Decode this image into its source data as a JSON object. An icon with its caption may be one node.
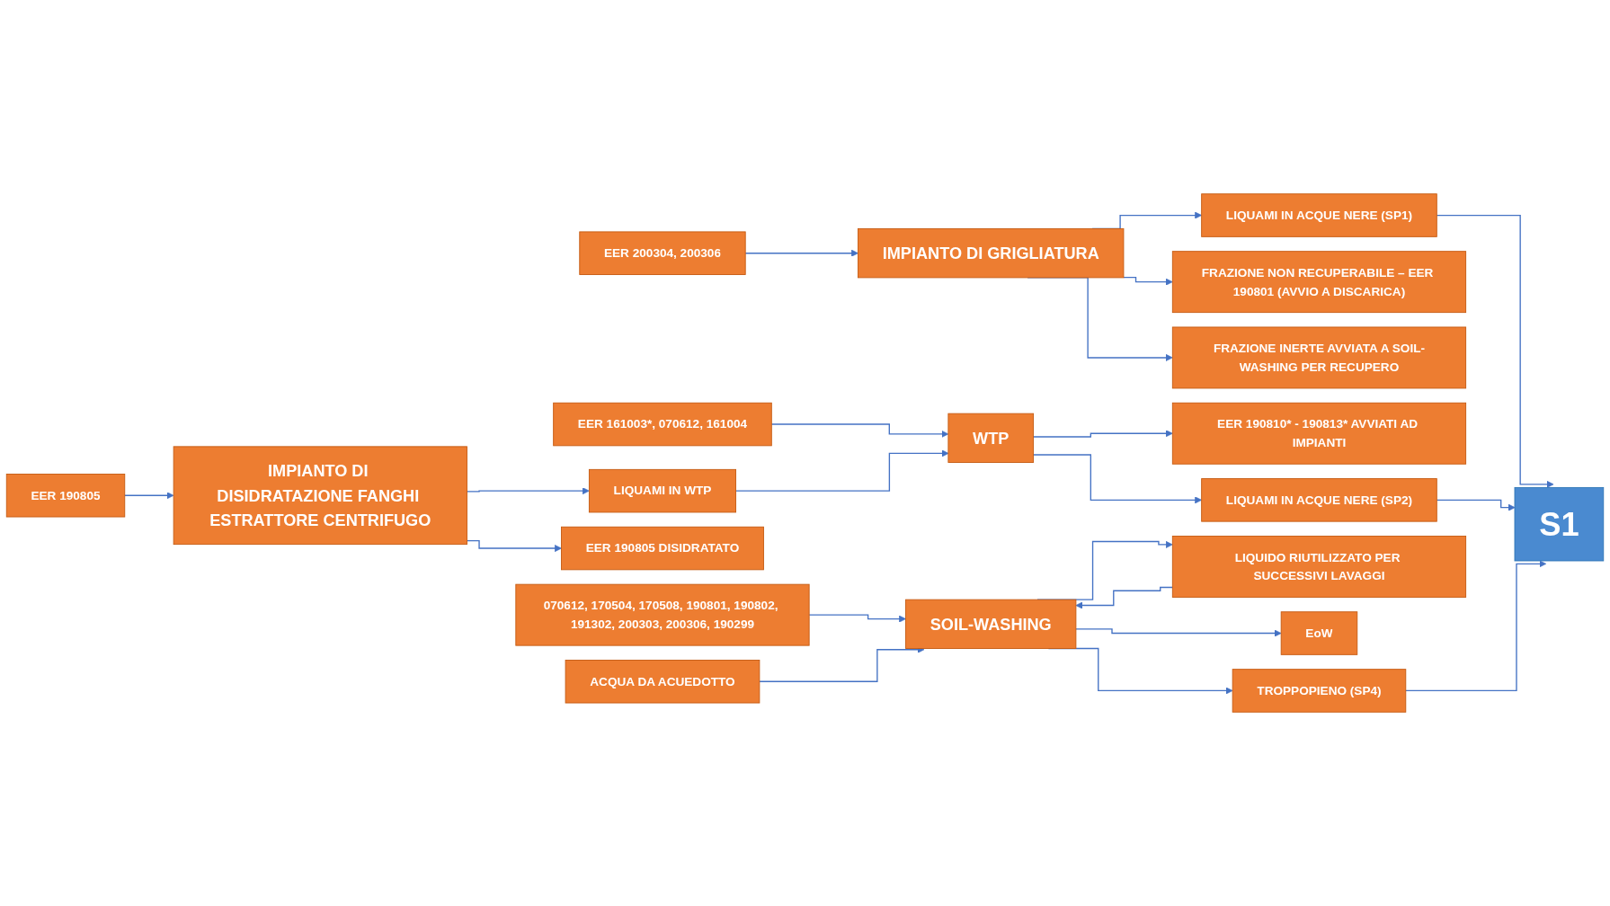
{
  "diagram": {
    "nodes": [
      {
        "text": [
          "EER 200304, 200306"
        ]
      },
      {
        "text": [
          "IMPIANTO DI GRIGLIATURA"
        ]
      },
      {
        "text": [
          "LIQUAMI IN ACQUE NERE (SP1)"
        ]
      },
      {
        "text": [
          "FRAZIONE NON RECUPERABILE – EER 190801 (AVVIO A DISCARICA)"
        ]
      },
      {
        "text": [
          "FRAZIONE INERTE AVVIATA A SOIL-WASHING PER RECUPERO"
        ]
      },
      {
        "text": [
          "S1"
        ]
      },
      {
        "text": [
          "EER 161003*, 070612, 161004"
        ]
      },
      {
        "text": [
          "WTP"
        ]
      },
      {
        "text": [
          "EER 190810* - 190813* AVVIATI AD IMPIANTI"
        ]
      },
      {
        "text": [
          "LIQUAMI IN ACQUE NERE (SP2)"
        ]
      },
      {
        "text": [
          "EER 190805"
        ]
      },
      {
        "text": [
          "IMPIANTO DI DISIDRATAZIONE FANGHI ESTRATTORE CENTRIFUGO"
        ]
      },
      {
        "text": [
          "LIQUAMI IN WTP"
        ]
      },
      {
        "text": [
          "EER 190805 DISIDRATATO"
        ]
      },
      {
        "text": [
          "070612, 170504, 170508, 190801, 190802, 191302, 200303, 200306, 190299"
        ]
      },
      {
        "text": [
          "SOIL-WASHING"
        ]
      },
      {
        "text": [
          "LIQUIDO RIUTILIZZATO PER SUCCESSIVI LAVAGGI"
        ]
      },
      {
        "text": [
          "EoW"
        ]
      },
      {
        "text": [
          "ACQUA DA ACUEDOTTO"
        ]
      },
      {
        "text": [
          "TROPPOPIENO (SP4)"
        ]
      }
    ],
    "edges": [
      {
        "from": 0,
        "to": 1,
        "arrow": "to"
      },
      {
        "from": 1,
        "to": 2,
        "arrow": "to"
      },
      {
        "from": 1,
        "to": 3,
        "arrow": "to"
      },
      {
        "from": 1,
        "to": 4,
        "arrow": "to"
      },
      {
        "from": 2,
        "to": 5,
        "arrow": "to"
      },
      {
        "from": 9,
        "to": 5,
        "arrow": "to"
      },
      {
        "from": 19,
        "to": 5,
        "arrow": "to"
      },
      {
        "from": 6,
        "to": 7,
        "arrow": "to"
      },
      {
        "from": 7,
        "to": 8,
        "arrow": "to"
      },
      {
        "from": 7,
        "to": 9,
        "arrow": "to"
      },
      {
        "from": 10,
        "to": 11,
        "arrow": "to"
      },
      {
        "from": 11,
        "to": 12,
        "arrow": "to"
      },
      {
        "from": 11,
        "to": 13,
        "arrow": "to"
      },
      {
        "from": 12,
        "to": 7,
        "arrow": "to"
      },
      {
        "from": 16,
        "to": 15,
        "arrow": "to"
      },
      {
        "from": 14,
        "to": 15,
        "arrow": "to"
      },
      {
        "from": 18,
        "to": 15,
        "arrow": "to"
      },
      {
        "from": 15,
        "to": 16,
        "arrow": "to"
      },
      {
        "from": 15,
        "to": 17,
        "arrow": "to"
      },
      {
        "from": 15,
        "to": 19,
        "arrow": "to"
      }
    ]
  }
}
